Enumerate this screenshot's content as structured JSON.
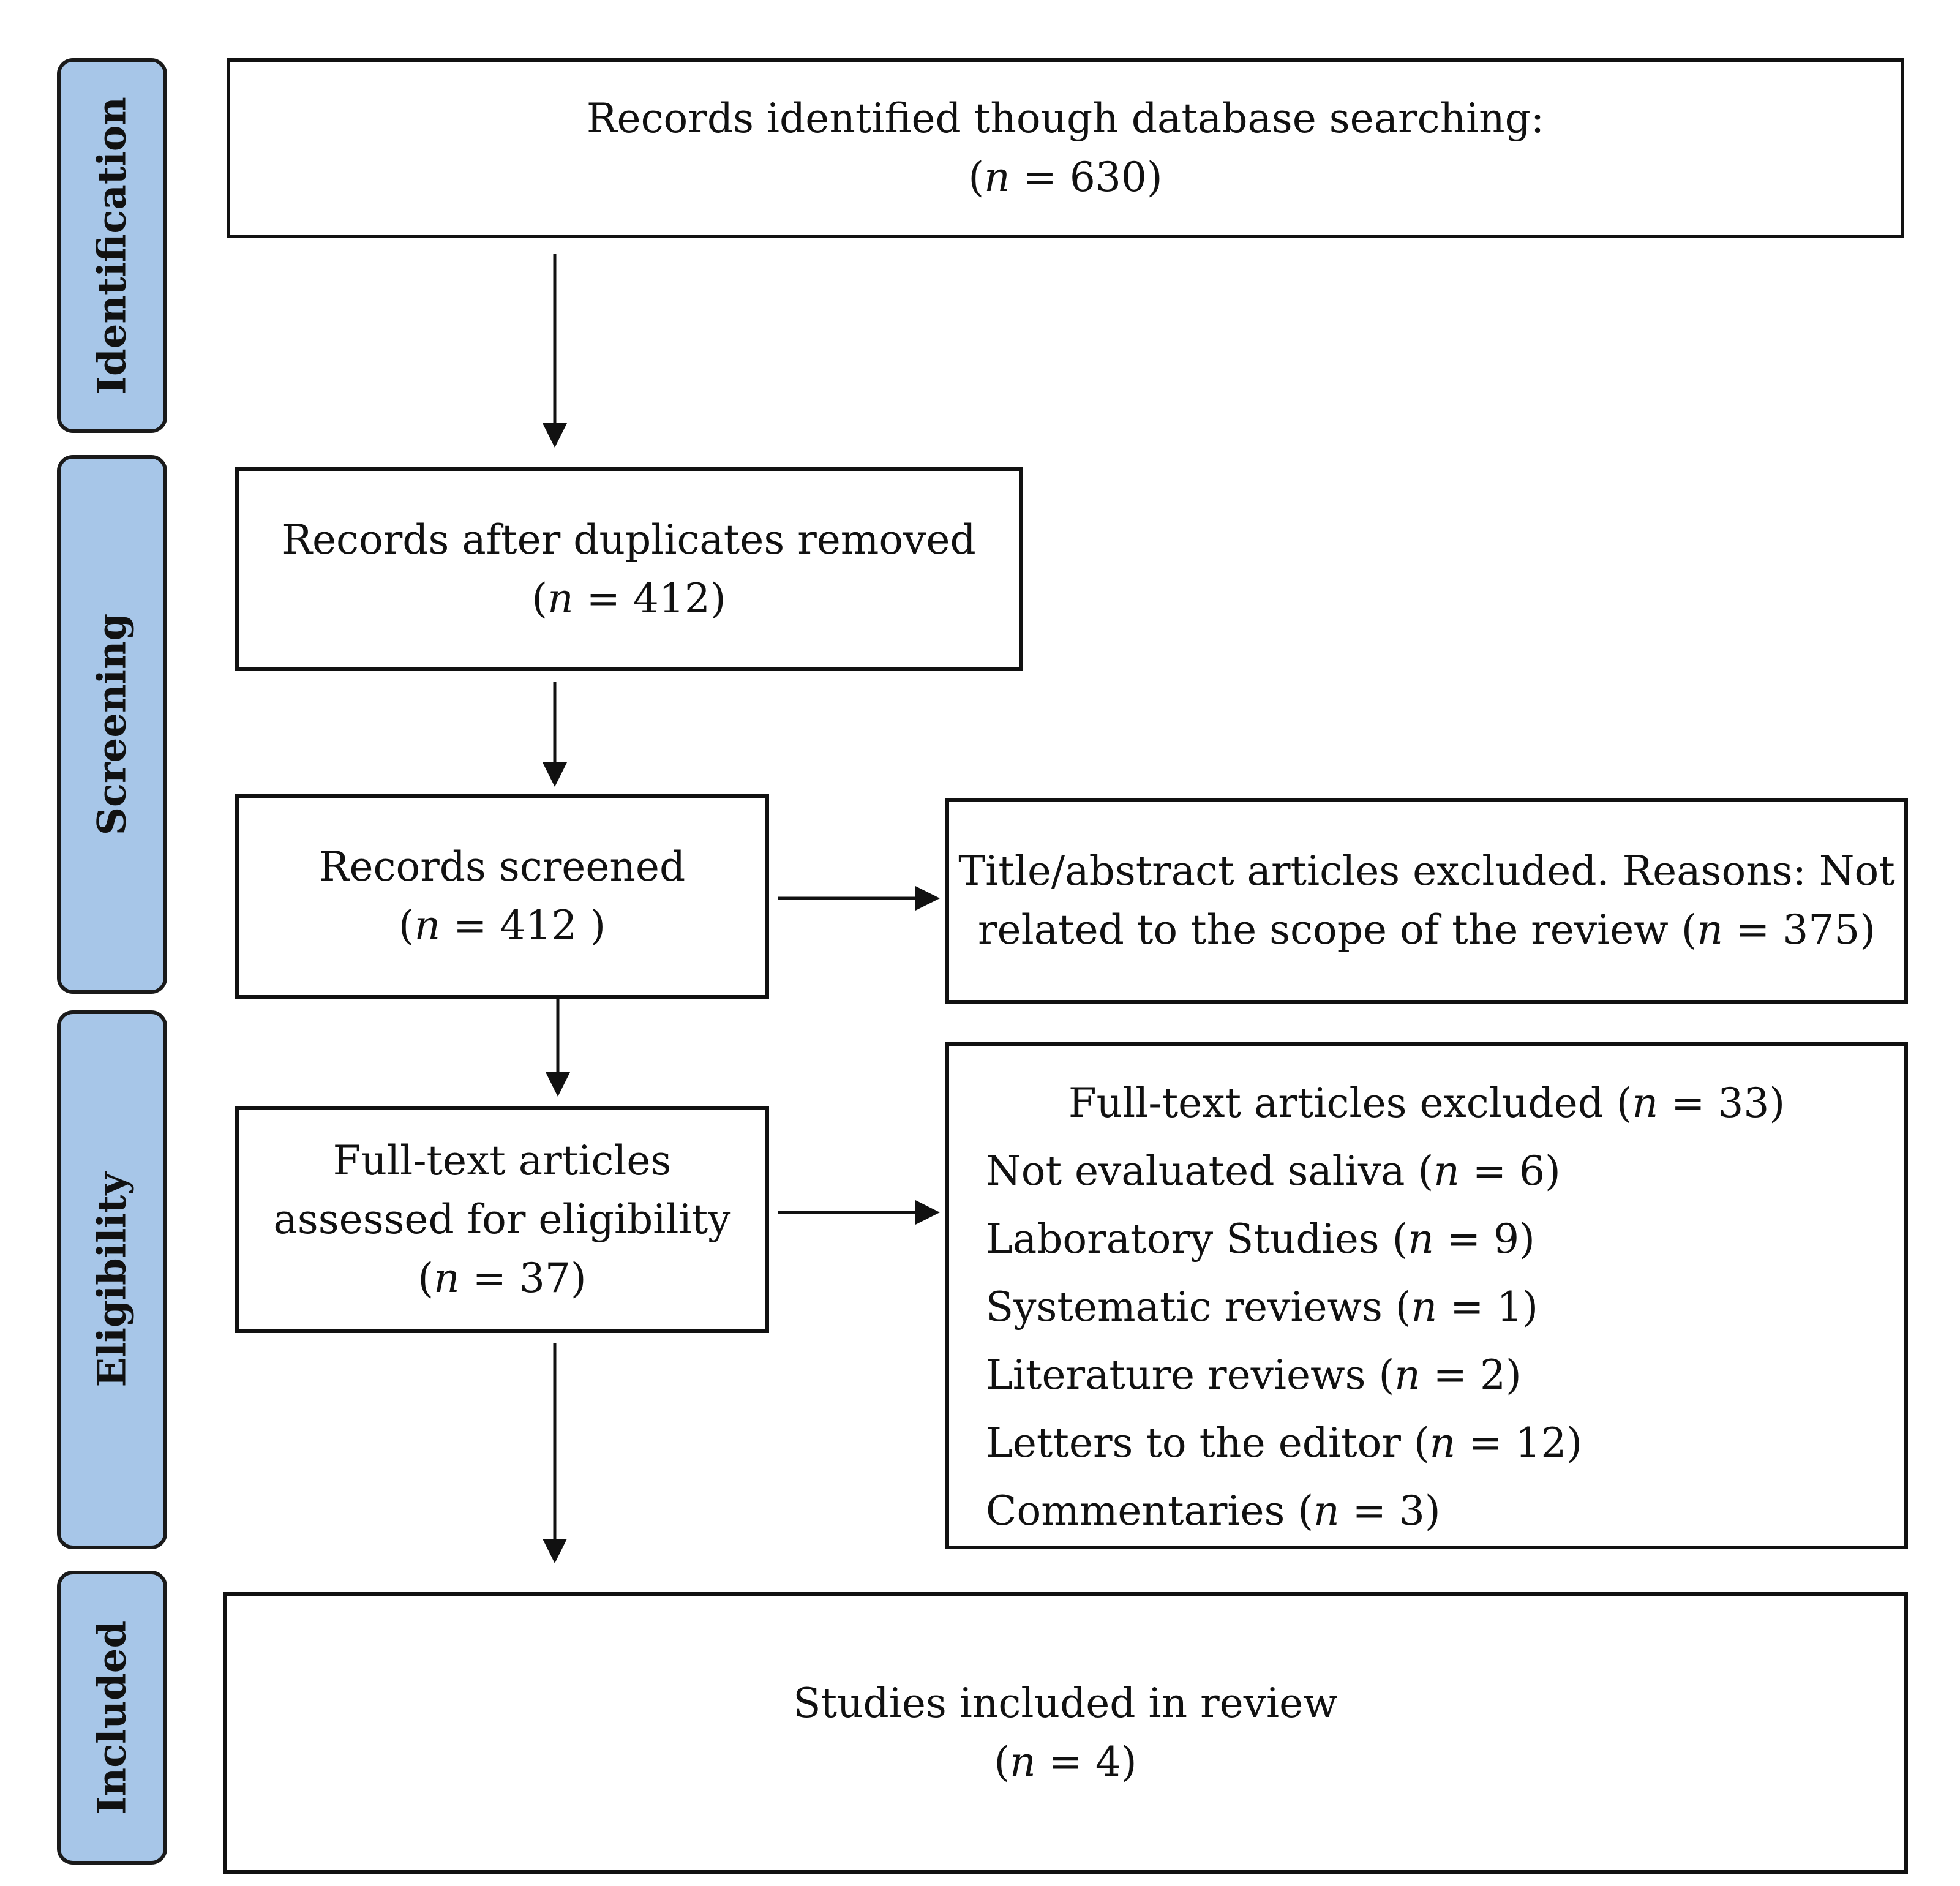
{
  "phases": {
    "identification": "Identification",
    "screening": "Screening",
    "eligibility": "Eligibility",
    "included": "Included"
  },
  "n_symbol": "n",
  "boxes": {
    "identified": {
      "text": "Records identified though database searching:",
      "count_open": "(",
      "count_rest": " = 630)"
    },
    "duplicates_removed": {
      "text": "Records after duplicates removed",
      "count_open": "(",
      "count_rest": " = 412)"
    },
    "screened": {
      "text": "Records screened",
      "count_open": "(",
      "count_rest": " = 412 )"
    },
    "title_abstract_excluded": {
      "line1": "Title/abstract articles excluded. Reasons: Not",
      "line2_text": "related to the scope of the review (",
      "line2_rest": " = 375)"
    },
    "full_text_assessed": {
      "line1": "Full-text articles",
      "line2": "assessed for eligibility",
      "count_open": "(",
      "count_rest": " = 37)"
    },
    "full_text_excluded": {
      "title_text": "Full-text articles excluded (",
      "title_rest": " = 33)",
      "reasons": [
        {
          "label": "Not evaluated saliva (",
          "rest": " = 6)"
        },
        {
          "label": "Laboratory Studies (",
          "rest": " = 9)"
        },
        {
          "label": "Systematic reviews (",
          "rest": " = 1)"
        },
        {
          "label": "Literature reviews (",
          "rest": " = 2)"
        },
        {
          "label": "Letters to the editor (",
          "rest": " = 12)"
        },
        {
          "label": "Commentaries (",
          "rest": " = 3)"
        }
      ]
    },
    "included": {
      "text": "Studies included in review",
      "count_open": "(",
      "count_rest": " = 4)"
    }
  },
  "colors": {
    "phase_fill": "#a7c6e8",
    "border": "#111111",
    "box_fill": "#ffffff"
  }
}
